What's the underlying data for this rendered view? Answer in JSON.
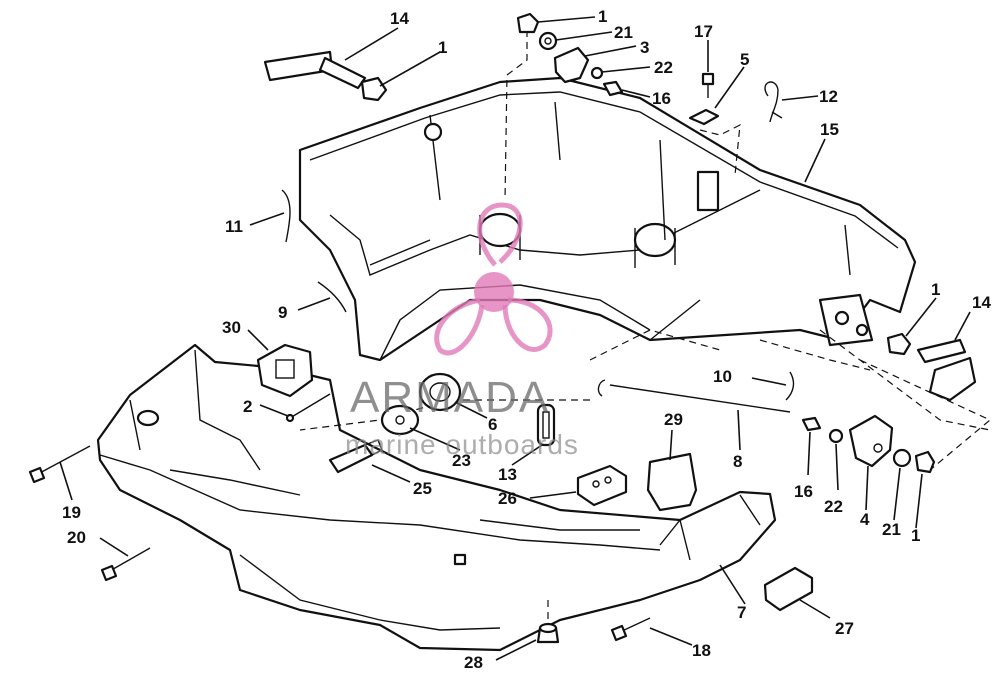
{
  "callouts": {
    "c1a": "1",
    "c21a": "21",
    "c3": "3",
    "c22a": "22",
    "c16a": "16",
    "c17": "17",
    "c5": "5",
    "c12": "12",
    "c15": "15",
    "c14a": "14",
    "c1b": "1",
    "c11": "11",
    "c9": "9",
    "c30": "30",
    "c2": "2",
    "c6": "6",
    "c23": "23",
    "c13": "13",
    "c25": "25",
    "c10": "10",
    "c8": "8",
    "c29": "29",
    "c26": "26",
    "c1c": "1",
    "c14b": "14",
    "c16b": "16",
    "c22b": "22",
    "c4": "4",
    "c21b": "21",
    "c1d": "1",
    "c19": "19",
    "c20": "20",
    "c7": "7",
    "c27": "27",
    "c18": "18",
    "c28": "28"
  },
  "watermark": {
    "brand": "ARMADA",
    "tagline": "marine outboards",
    "logo_color": "#e07ab8"
  }
}
